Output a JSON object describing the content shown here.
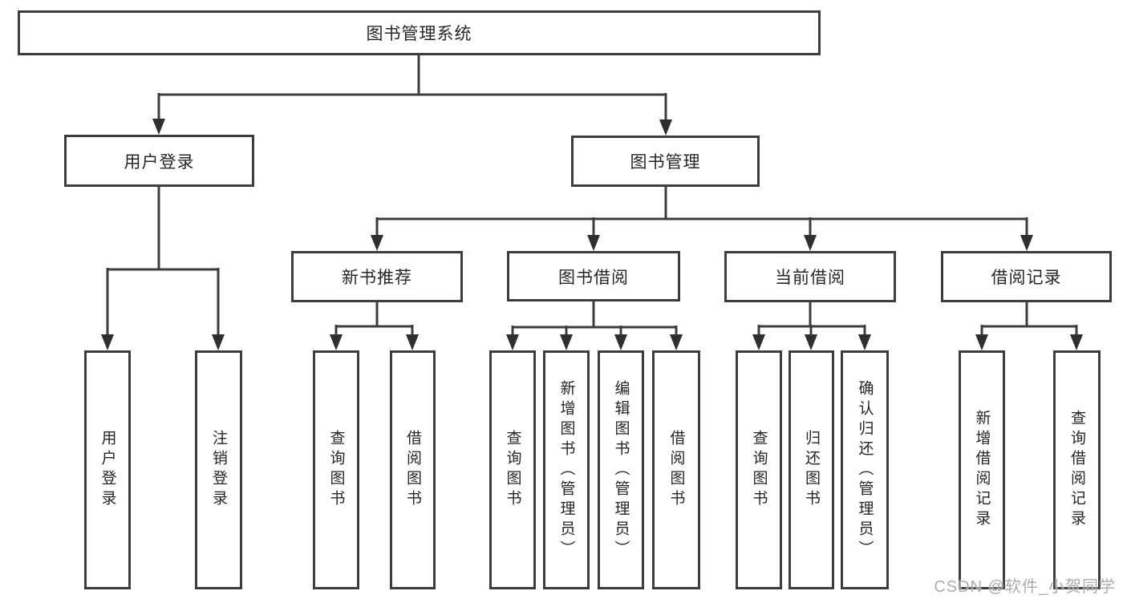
{
  "diagram": {
    "root": {
      "label": "图书管理系统"
    },
    "level2": [
      {
        "label": "用户登录"
      },
      {
        "label": "图书管理"
      }
    ],
    "level3": [
      {
        "label": "新书推荐"
      },
      {
        "label": "图书借阅"
      },
      {
        "label": "当前借阅"
      },
      {
        "label": "借阅记录"
      }
    ],
    "leaves": [
      {
        "label": "用户登录"
      },
      {
        "label": "注销登录"
      },
      {
        "label": "查询图书"
      },
      {
        "label": "借阅图书"
      },
      {
        "label": "查询图书"
      },
      {
        "label": "新增图书（管理员）"
      },
      {
        "label": "编辑图书（管理员）"
      },
      {
        "label": "借阅图书"
      },
      {
        "label": "查询图书"
      },
      {
        "label": "归还图书"
      },
      {
        "label": "确认归还（管理员）"
      },
      {
        "label": "新增借阅记录"
      },
      {
        "label": "查询借阅记录"
      }
    ]
  },
  "watermark": {
    "text": "CSDN @软件_小贺同学"
  },
  "colors": {
    "line": "#3d3d3d",
    "arrowhead": "#2f2f2f",
    "border": "#3d3d3d",
    "text": "#262626",
    "watermark": "#9e9e9e",
    "background": "#ffffff"
  }
}
